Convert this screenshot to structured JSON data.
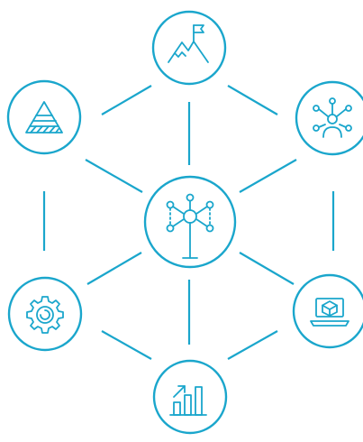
{
  "accent_color": "#1aa6cc",
  "background_color": "#ffffff",
  "hub": {
    "icon": "network-tower-icon"
  },
  "nodes": [
    {
      "id": "top",
      "icon": "mountain-flag-icon"
    },
    {
      "id": "upper-left",
      "icon": "pyramid-icon"
    },
    {
      "id": "upper-right",
      "icon": "person-network-icon"
    },
    {
      "id": "lower-left",
      "icon": "gear-icon"
    },
    {
      "id": "lower-right",
      "icon": "laptop-cube-icon"
    },
    {
      "id": "bottom",
      "icon": "bar-chart-growth-icon"
    }
  ]
}
